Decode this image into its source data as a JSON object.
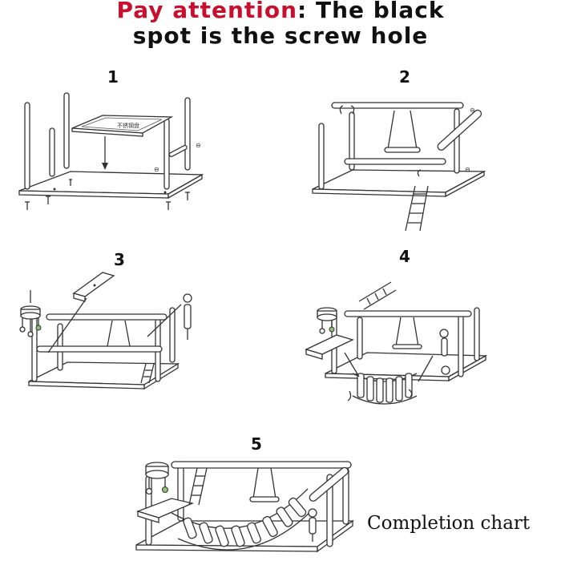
{
  "header": {
    "line1_red": "Pay attention",
    "line1_rest": ": The black",
    "line2": "spot is the screw hole"
  },
  "steps": [
    {
      "number": "1",
      "tray_label": "不锈钢盘"
    },
    {
      "number": "2"
    },
    {
      "number": "3"
    },
    {
      "number": "4"
    },
    {
      "number": "5"
    }
  ],
  "caption": "Completion chart",
  "colors": {
    "accent_red": "#c8102e",
    "line": "#333333",
    "bead_green": "#8fbf7a"
  }
}
